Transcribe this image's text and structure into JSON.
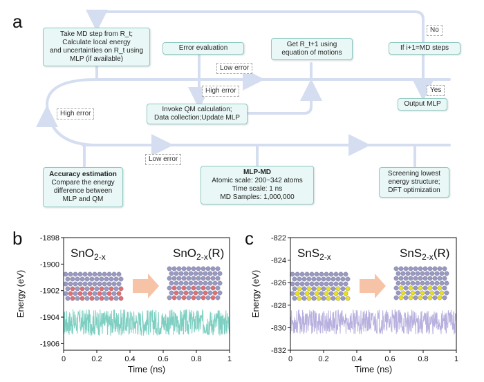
{
  "flow": {
    "panel_label": "a",
    "nodes": {
      "md_step": [
        "Take MD step from R_t;",
        "Calculate local energy",
        "and uncertainties on R_t using",
        "MLP (if available)"
      ],
      "error_eval": "Error evaluation",
      "get_r": [
        "Get R_t+1 using",
        "equation of motions"
      ],
      "steps_check": "If i+1=MD steps",
      "invoke_qm": [
        "Invoke QM calculation;",
        "Data collection;Update MLP"
      ],
      "output_mlp": "Output MLP",
      "accuracy": {
        "head": "Accuracy estimation",
        "lines": [
          "Compare the energy",
          "difference between",
          "MLP and QM"
        ]
      },
      "mlp_md": {
        "head": "MLP-MD",
        "lines": [
          "Atomic scale: 200~342 atoms",
          "Time scale: 1 ns",
          "MD Samples: 1,000,000"
        ]
      },
      "screening": [
        "Screening lowest",
        "energy structure;",
        "DFT optimization"
      ]
    },
    "tags": {
      "no": "No",
      "yes": "Yes",
      "low_error_1": "Low error",
      "high_error_1": "High error",
      "high_error_2": "High error",
      "low_error_2": "Low error"
    },
    "colors": {
      "arrow": "#d5def0",
      "box_fill": "#e9f8f6",
      "box_border": "#8fc9c2"
    }
  },
  "chart_data": [
    {
      "panel_label": "b",
      "type": "line",
      "title": "",
      "xlabel": "Time (ns)",
      "ylabel": "Energy (eV)",
      "xlim": [
        0,
        1
      ],
      "ylim": [
        -1906.5,
        -1898
      ],
      "xticks": [
        "0",
        "0.2",
        "0.4",
        "0.6",
        "0.8",
        "1"
      ],
      "yticks": [
        "-1898",
        "-1900",
        "-1902",
        "-1904",
        "-1906"
      ],
      "series": [
        {
          "mean": -1904.4,
          "fluctuation": 1.0,
          "color": "#7ecfc2"
        }
      ],
      "structure_labels": {
        "initial": {
          "base": "SnO",
          "sub": "2-x",
          "suffix": ""
        },
        "final": {
          "base": "SnO",
          "sub": "2-x",
          "suffix": "(R)"
        }
      },
      "atom_colors": {
        "top": "#a9a9c8",
        "lower": "#a9a9c8",
        "accent": "#e07070"
      }
    },
    {
      "panel_label": "c",
      "type": "line",
      "title": "",
      "xlabel": "Time (ns)",
      "ylabel": "Energy (eV)",
      "xlim": [
        0,
        1
      ],
      "ylim": [
        -832,
        -822
      ],
      "xticks": [
        "0",
        "0.2",
        "0.4",
        "0.6",
        "0.8",
        "1"
      ],
      "yticks": [
        "-822",
        "-824",
        "-826",
        "-828",
        "-830",
        "-832"
      ],
      "series": [
        {
          "mean": -829.5,
          "fluctuation": 1.1,
          "color": "#b8b0de"
        }
      ],
      "structure_labels": {
        "initial": {
          "base": "SnS",
          "sub": "2-x",
          "suffix": ""
        },
        "final": {
          "base": "SnS",
          "sub": "2-x",
          "suffix": "(R)"
        }
      },
      "atom_colors": {
        "top": "#a9a9c8",
        "lower": "#a9a9c8",
        "accent": "#e8e020"
      }
    }
  ]
}
